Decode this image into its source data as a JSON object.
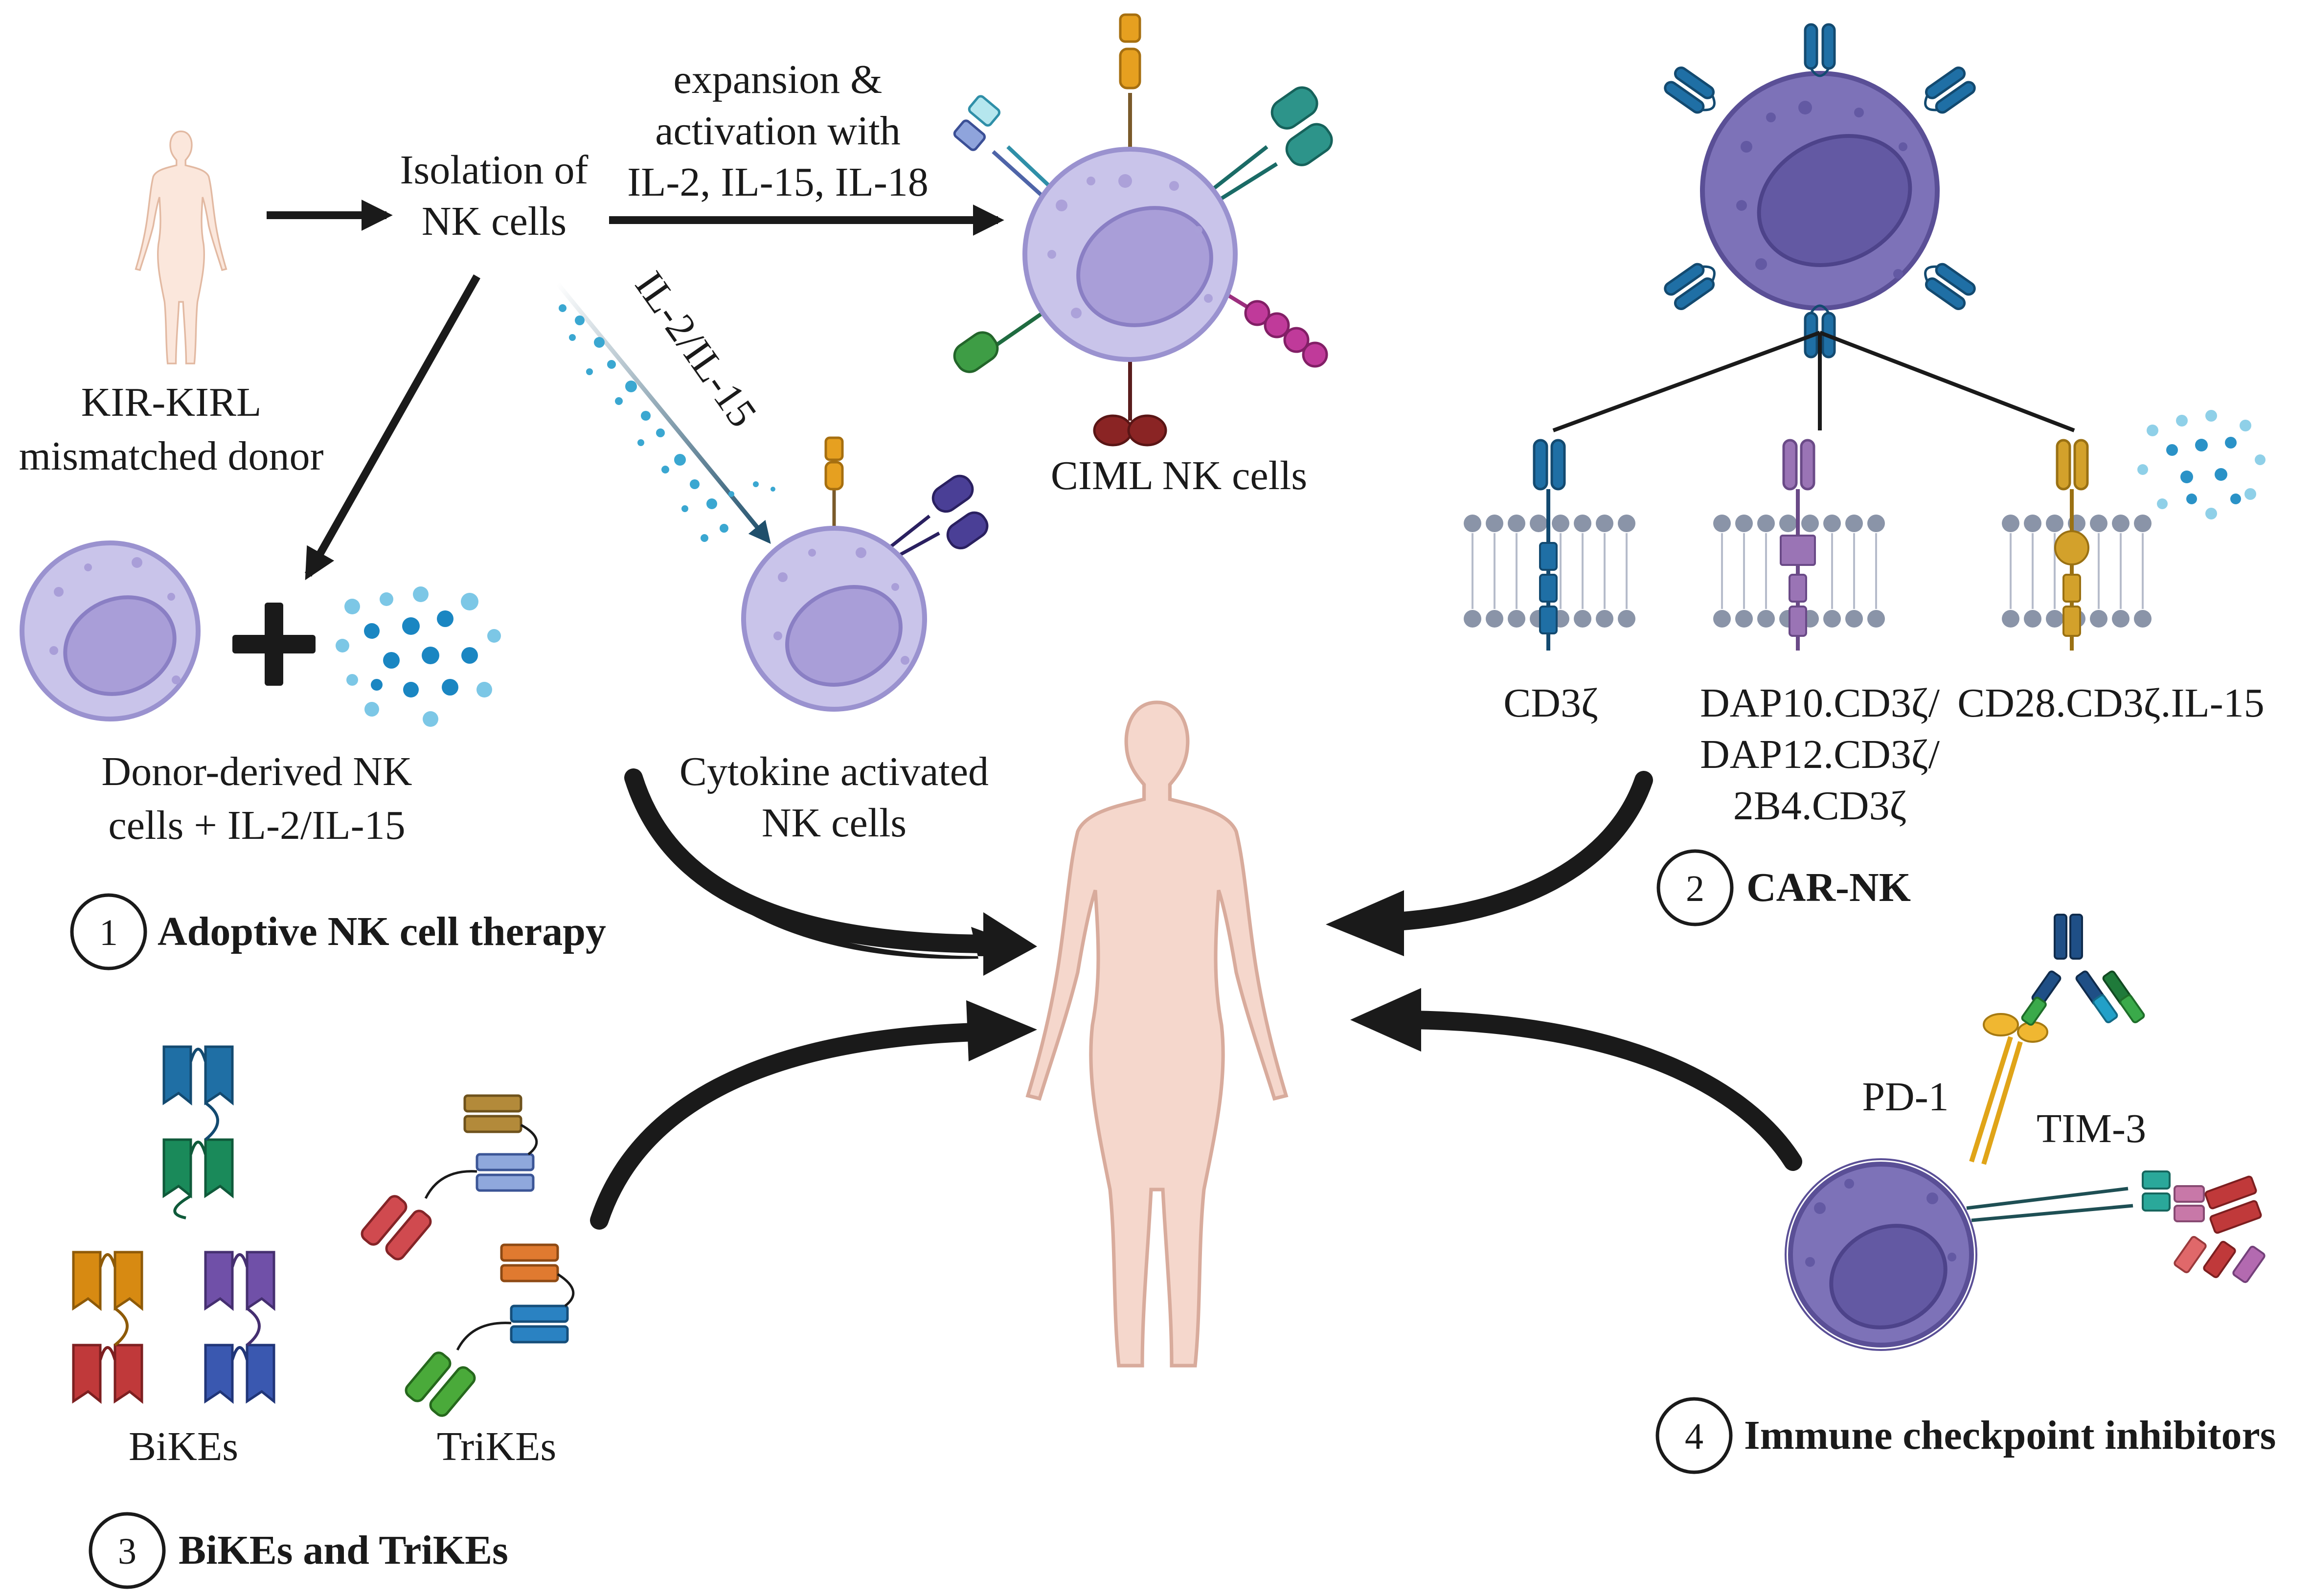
{
  "labels": {
    "donor_line1": "KIR-KIRL",
    "donor_line2": "mismatched donor",
    "isolation_line1": "Isolation of",
    "isolation_line2": "NK cells",
    "expansion_line1": "expansion &",
    "expansion_line2": "activation with",
    "expansion_line3": "IL-2, IL-15, IL-18",
    "il2il15_arrow": "IL-2/IL-15",
    "ciml": "CIML NK cells",
    "cytokine_line1": "Cytokine activated",
    "cytokine_line2": "NK cells",
    "donor_nk_line1": "Donor-derived NK",
    "donor_nk_line2": "cells + IL-2/IL-15",
    "car_cd3z": "CD3ζ",
    "car_dap_line1": "DAP10.CD3ζ/",
    "car_dap_line2": "DAP12.CD3ζ/",
    "car_dap_line3": "2B4.CD3ζ",
    "car_cd28": "CD28.CD3ζ.IL-15",
    "pd1": "PD-1",
    "tim3": "TIM-3",
    "bikes": "BiKEs",
    "trikes": "TriKEs"
  },
  "sections": [
    {
      "number": "1",
      "title": "Adoptive NK cell therapy"
    },
    {
      "number": "2",
      "title": "CAR-NK"
    },
    {
      "number": "3",
      "title": "BiKEs and TriKEs"
    },
    {
      "number": "4",
      "title": "Immune checkpoint inhibitors"
    }
  ],
  "icons": [
    "human-figure-icon",
    "nk-cell-icon",
    "car-receptor-icon",
    "cytokine-dots-icon",
    "antibody-icon",
    "engager-icon"
  ],
  "colors": {
    "nk_light": "#c9c4ea",
    "nk_light_stroke": "#9a92cf",
    "nk_dark": "#7d72b8",
    "nk_dark_stroke": "#5a4f96",
    "skin": "#f5d7cc",
    "skin_stroke": "#d8ab9c",
    "car_blue": "#2c72a5",
    "car_purple": "#8f6aaa",
    "car_gold": "#d3a12b",
    "cytokine": "#3aa7d1",
    "arrow": "#1a1a1a"
  }
}
